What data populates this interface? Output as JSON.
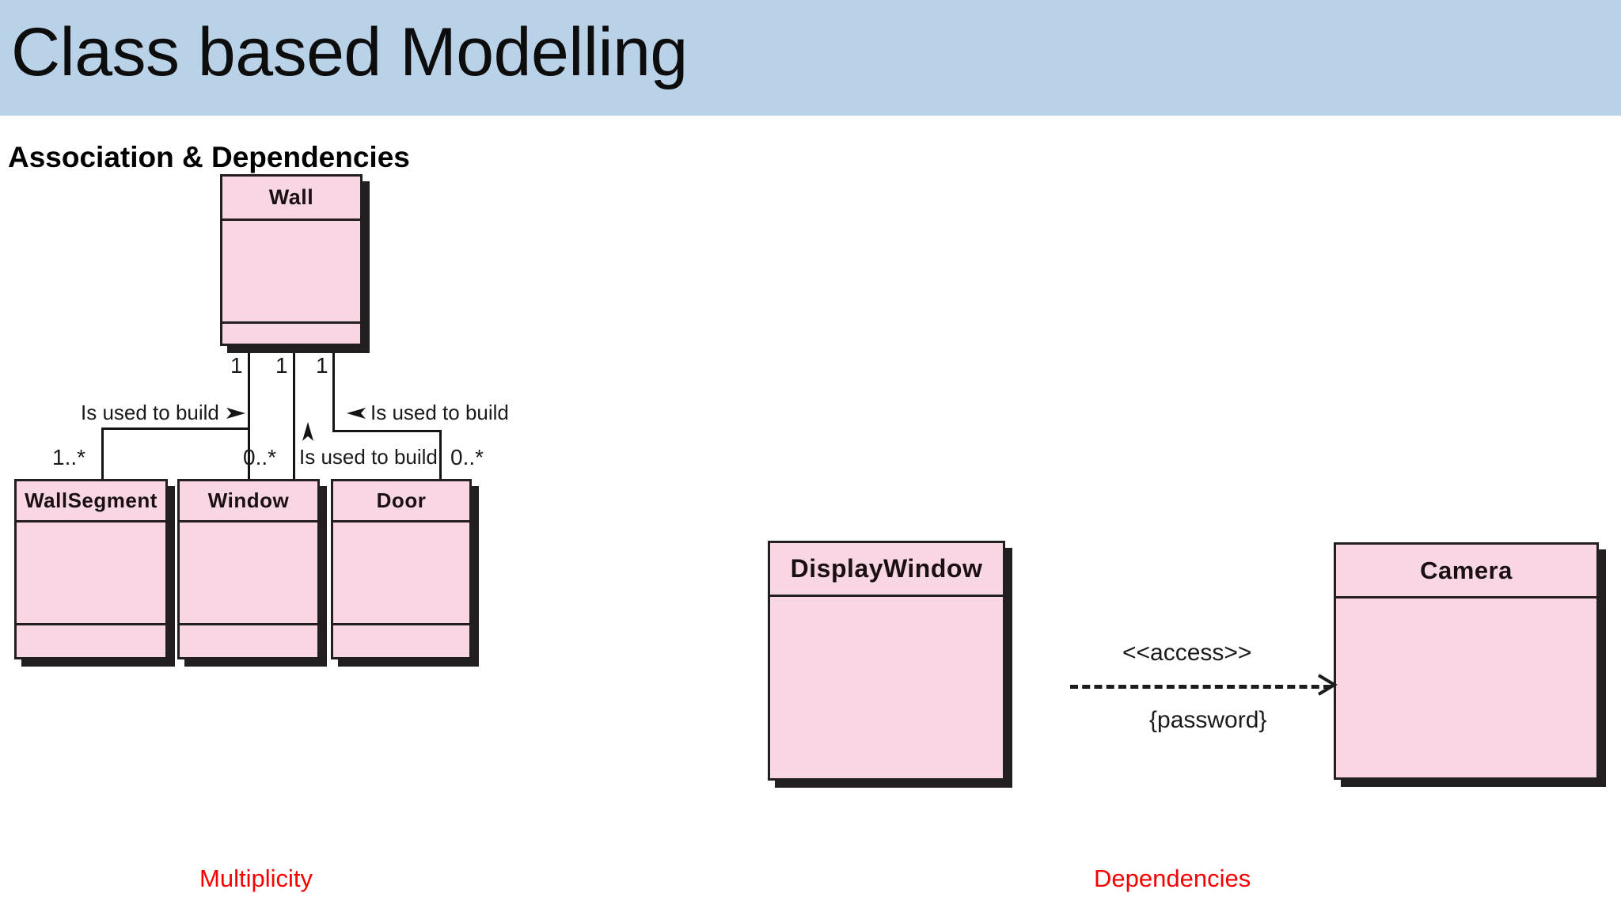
{
  "header": {
    "title": "Class based Modelling",
    "band_color": "#b9d2e8"
  },
  "section": {
    "heading": "Association & Dependencies"
  },
  "colors": {
    "class_fill": "#f8d6e4",
    "class_border": "#231f20",
    "caption_red": "#f90000",
    "line": "#141414"
  },
  "association_diagram": {
    "caption": "Multiplicity",
    "parent_class": {
      "name": "Wall",
      "compartments": 2
    },
    "child_classes": [
      {
        "name": "WallSegment",
        "compartments": 2
      },
      {
        "name": "Window",
        "compartments": 2
      },
      {
        "name": "Door",
        "compartments": 2
      }
    ],
    "associations": [
      {
        "from": "Wall",
        "to": "WallSegment",
        "label": "Is used to build",
        "arrow": "right-filled-triangle",
        "source_multiplicity": "1",
        "target_multiplicity": "1..*"
      },
      {
        "from": "Wall",
        "to": "Window",
        "label": "Is used to build",
        "arrow": "up-filled-triangle",
        "source_multiplicity": "1",
        "target_multiplicity": "0..*"
      },
      {
        "from": "Wall",
        "to": "Door",
        "label": "Is used to build",
        "arrow": "left-filled-triangle",
        "source_multiplicity": "1",
        "target_multiplicity": "0..*"
      }
    ],
    "source_multiplicities": [
      "1",
      "1",
      "1"
    ]
  },
  "dependency_diagram": {
    "caption": "Dependencies",
    "classes": [
      {
        "name": "DisplayWindow",
        "compartments": 1
      },
      {
        "name": "Camera",
        "compartments": 1
      }
    ],
    "dependency": {
      "from": "DisplayWindow",
      "to": "Camera",
      "stereotype": "<<access>>",
      "constraint": "{password}",
      "line_style": "dashed",
      "arrow": "open-stick-right"
    }
  }
}
